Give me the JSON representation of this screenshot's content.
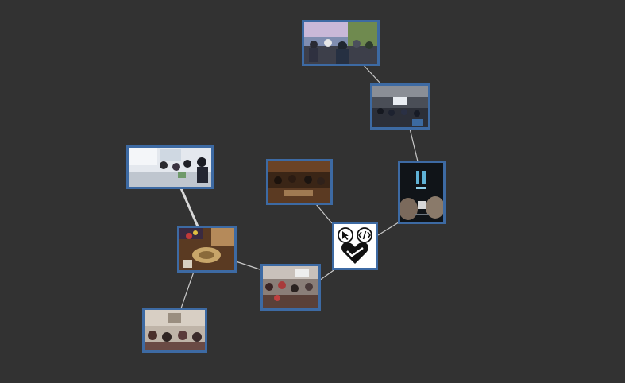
{
  "graph": {
    "background": "#323232",
    "border_color": "#3d6aa3",
    "edge_color": "#c9c9c9",
    "center_node": {
      "icons": [
        "cursor-circle-icon",
        "code-brackets-circle-icon",
        "heart-handshake-icon"
      ]
    },
    "nodes": [
      {
        "id": "outdoor-crowd",
        "kind": "photo"
      },
      {
        "id": "lecture-hall",
        "kind": "photo"
      },
      {
        "id": "event-poster",
        "kind": "photo"
      },
      {
        "id": "restaurant-dinner",
        "kind": "photo"
      },
      {
        "id": "community-logo",
        "kind": "logo"
      },
      {
        "id": "coding-workshop",
        "kind": "photo"
      },
      {
        "id": "table-meal",
        "kind": "photo"
      },
      {
        "id": "meetup-room",
        "kind": "photo"
      },
      {
        "id": "small-group-session",
        "kind": "photo"
      }
    ]
  }
}
